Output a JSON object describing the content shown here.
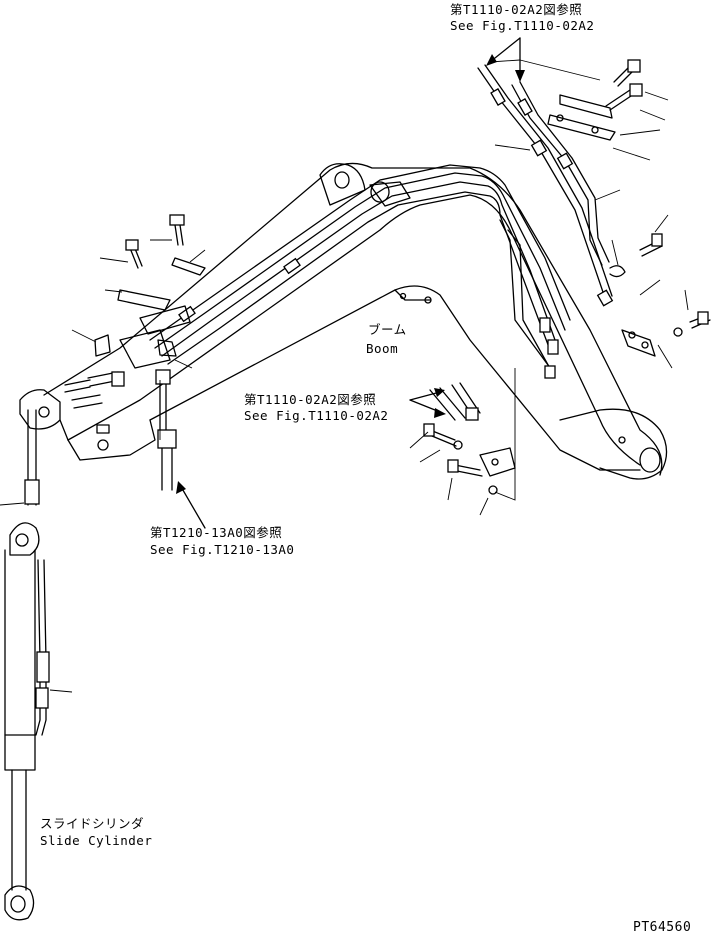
{
  "labels": {
    "ref_top_jp": "第T1110-02A2図参照",
    "ref_top_en": "See Fig.T1110-02A2",
    "boom_jp": "ブーム",
    "boom_en": "Boom",
    "ref_mid_jp": "第T1110-02A2図参照",
    "ref_mid_en": "See Fig.T1110-02A2",
    "ref_low_jp": "第T1210-13A0図参照",
    "ref_low_en": "See Fig.T1210-13A0",
    "cyl_jp": "スライドシリンダ",
    "cyl_en": "Slide Cylinder",
    "drawing_no": "PT64560"
  }
}
